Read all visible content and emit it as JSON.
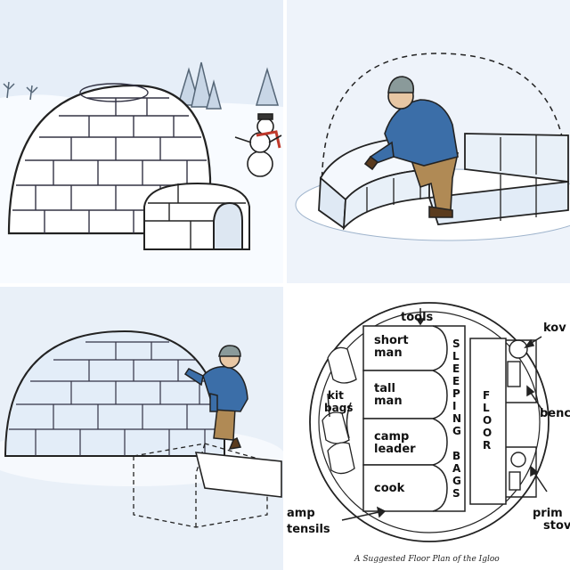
{
  "panels": [
    {
      "id": "igloo-with-snowman"
    },
    {
      "id": "building-first-ring"
    },
    {
      "id": "adding-upper-blocks"
    },
    {
      "id": "floor-plan"
    }
  ],
  "floor_plan": {
    "labels": {
      "tools": "tools",
      "short_man": [
        "short",
        "man"
      ],
      "tall_man": [
        "tall",
        "man"
      ],
      "camp_leader": [
        "camp",
        "leader"
      ],
      "cook": [
        "cook"
      ],
      "kit_bags": [
        "kit",
        "bags"
      ],
      "sleeping_bags": [
        "S",
        "L",
        "E",
        "E",
        "P",
        "I",
        "N",
        "G",
        "",
        "B",
        "A",
        "G",
        "S"
      ],
      "floor": [
        "F",
        "L",
        "O",
        "O",
        "R"
      ],
      "kov": "kov",
      "bench": "benc",
      "primus": [
        "prim",
        "stov"
      ],
      "camp_utensils": [
        "amp",
        "tensils"
      ]
    },
    "caption": "A Suggested Floor Plan of the Igloo"
  }
}
